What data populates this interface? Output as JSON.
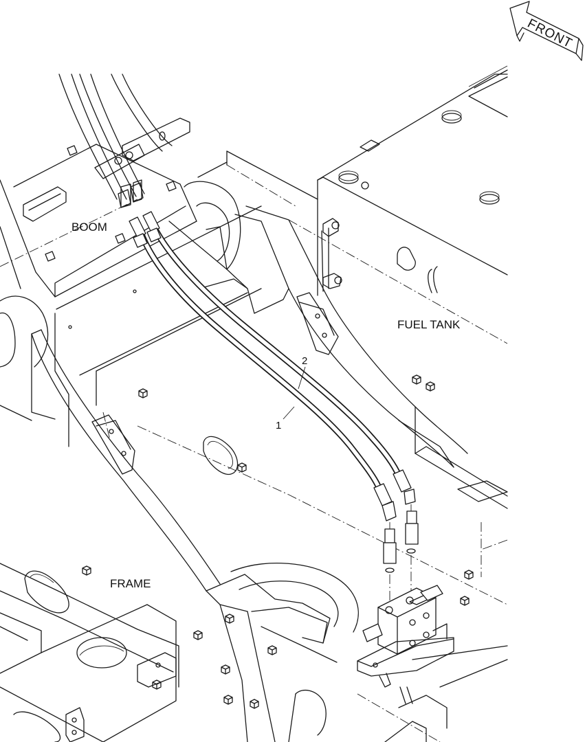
{
  "diagram": {
    "labels": {
      "boom": "BOOM",
      "fuel_tank": "FUEL TANK",
      "frame": "FRAME",
      "front": "FRONT"
    },
    "callouts": {
      "hose_1": "1",
      "hose_2": "2"
    },
    "colors": {
      "ink": "#1a1a1a",
      "background": "#ffffff"
    }
  }
}
